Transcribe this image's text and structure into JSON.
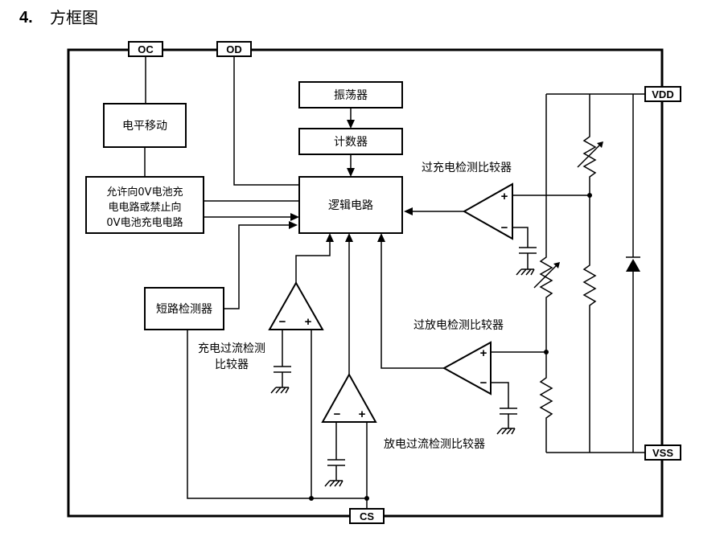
{
  "section": {
    "number": "4.",
    "title": "方框图"
  },
  "pins": {
    "oc": "OC",
    "od": "OD",
    "vdd": "VDD",
    "vss": "VSS",
    "cs": "CS"
  },
  "blocks": {
    "level_shift": "电平移动",
    "oscillator": "振荡器",
    "counter": "计数器",
    "logic": "逻辑电路",
    "zero_v_line1": "允许向0V电池充",
    "zero_v_line2": "电电路或禁止向",
    "zero_v_line3": "0V电池充电电路",
    "short_detector": "短路检测器"
  },
  "labels": {
    "overcharge_comp": "过充电检测比较器",
    "overdischarge_comp": "过放电检测比较器",
    "charge_oc_line1": "充电过流检测",
    "charge_oc_line2": "比较器",
    "discharge_oc_comp": "放电过流检测比较器"
  },
  "symbols": {
    "plus": "+",
    "minus": "−"
  }
}
